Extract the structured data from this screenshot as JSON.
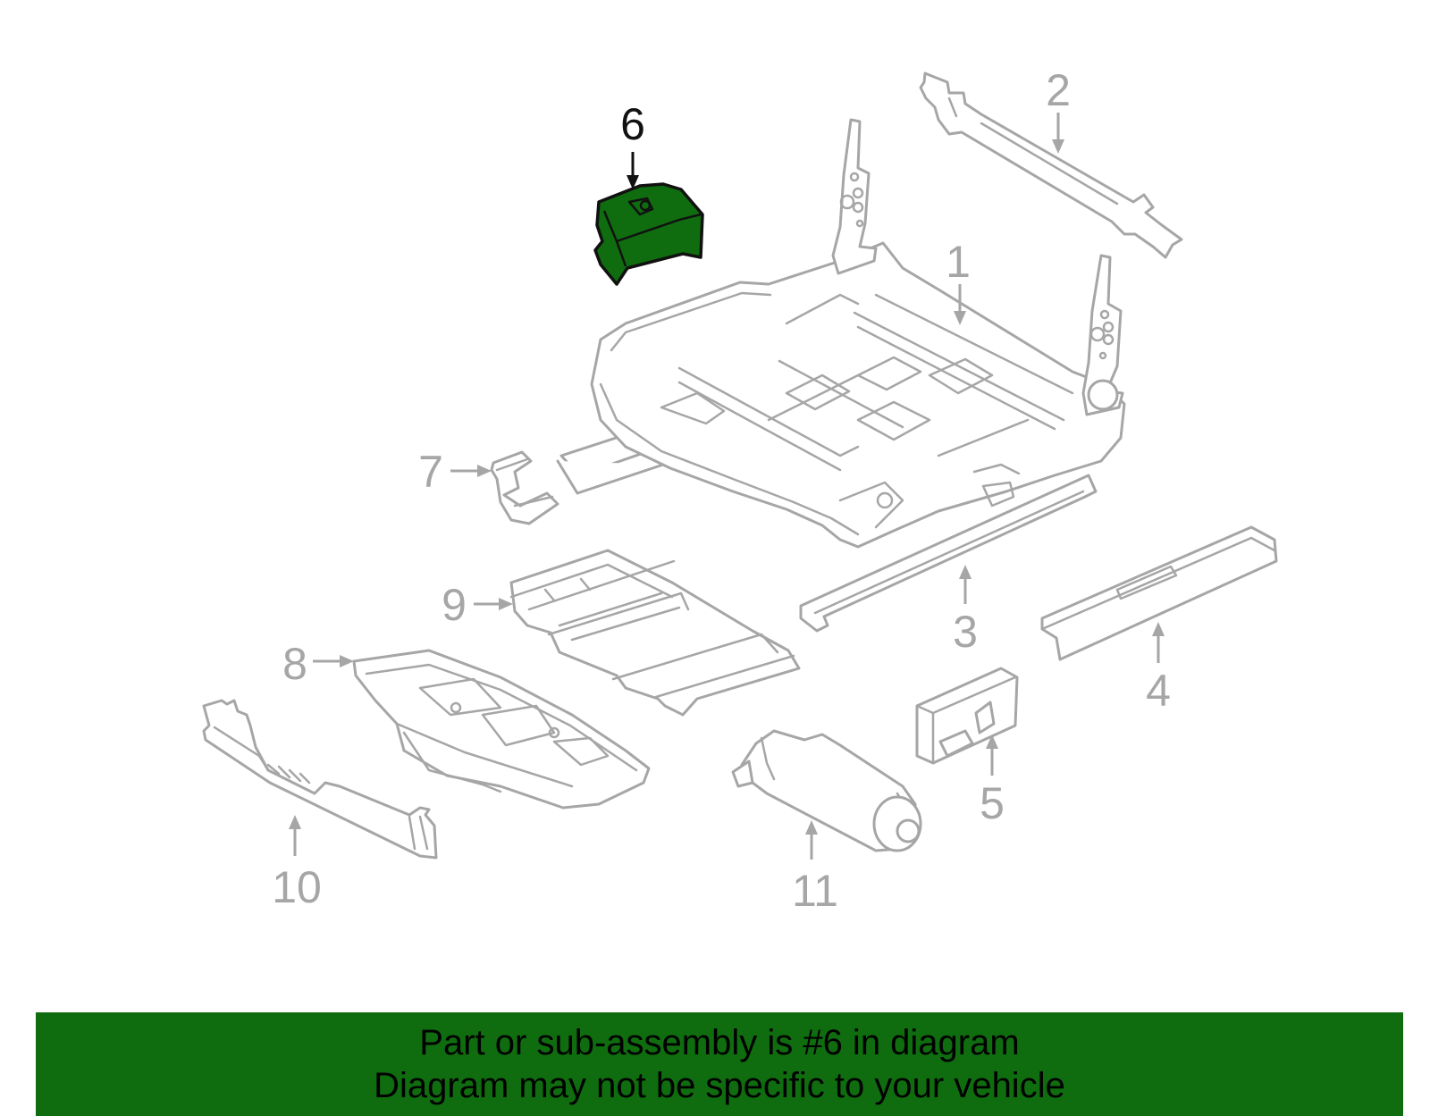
{
  "diagram": {
    "callouts": [
      {
        "id": "1",
        "label": "1",
        "highlighted": false
      },
      {
        "id": "2",
        "label": "2",
        "highlighted": false
      },
      {
        "id": "3",
        "label": "3",
        "highlighted": false
      },
      {
        "id": "4",
        "label": "4",
        "highlighted": false
      },
      {
        "id": "5",
        "label": "5",
        "highlighted": false
      },
      {
        "id": "6",
        "label": "6",
        "highlighted": true
      },
      {
        "id": "7",
        "label": "7",
        "highlighted": false
      },
      {
        "id": "8",
        "label": "8",
        "highlighted": false
      },
      {
        "id": "9",
        "label": "9",
        "highlighted": false
      },
      {
        "id": "10",
        "label": "10",
        "highlighted": false
      },
      {
        "id": "11",
        "label": "11",
        "highlighted": false
      }
    ],
    "colors": {
      "highlight": "#0f6d0f",
      "part_outline": "#a6a6a6",
      "highlight_outline": "#111111"
    }
  },
  "banner": {
    "line1": "Part or sub-assembly is #6 in diagram",
    "line2": "Diagram may not be specific to your vehicle",
    "background": "#0f6d0f"
  }
}
